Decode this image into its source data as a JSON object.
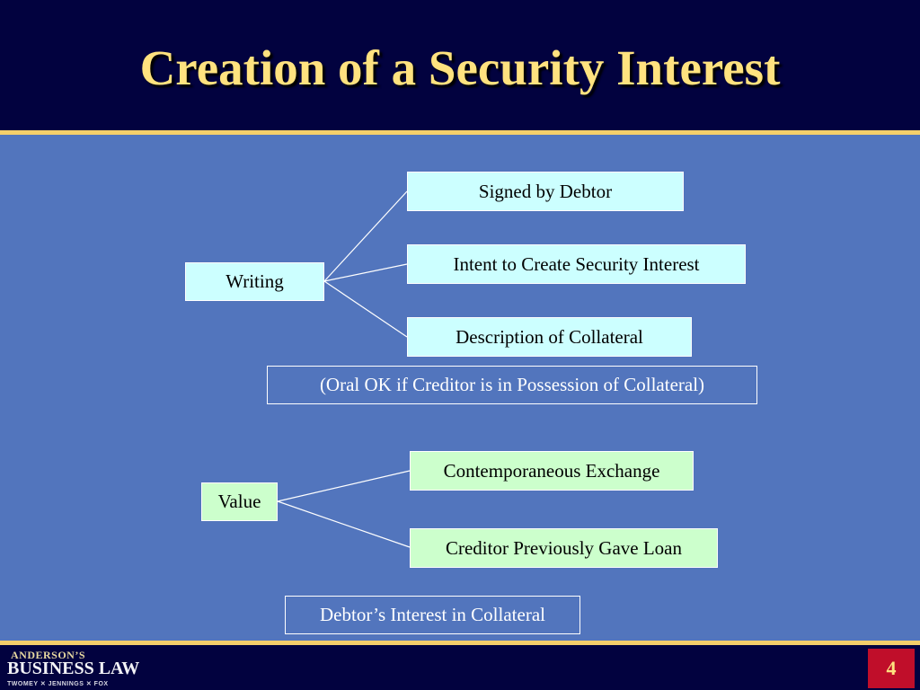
{
  "slide": {
    "title": "Creation of a Security Interest",
    "page_number": "4"
  },
  "logo": {
    "top_text": "ANDERSON’S",
    "main_text": "BUSINESS LAW",
    "sub_text": "TWOMEY ✕ JENNINGS ✕ FOX"
  },
  "diagram": {
    "writing": {
      "label": "Writing",
      "branches": [
        "Signed by Debtor",
        "Intent to Create Security Interest",
        "Description of Collateral"
      ],
      "note": "(Oral OK if Creditor is in Possession of Collateral)"
    },
    "value": {
      "label": "Value",
      "branches": [
        "Contemporaneous Exchange",
        "Creditor Previously Gave Loan"
      ]
    },
    "third_requirement": "Debtor’s Interest in Collateral"
  },
  "colors": {
    "background": "#5275bd",
    "header": "#02023f",
    "title": "#ffe27f",
    "rule": "#f4cf6b",
    "box_cyan": "#ccffff",
    "box_green": "#ccffcc",
    "page_badge": "#c00e2a"
  }
}
